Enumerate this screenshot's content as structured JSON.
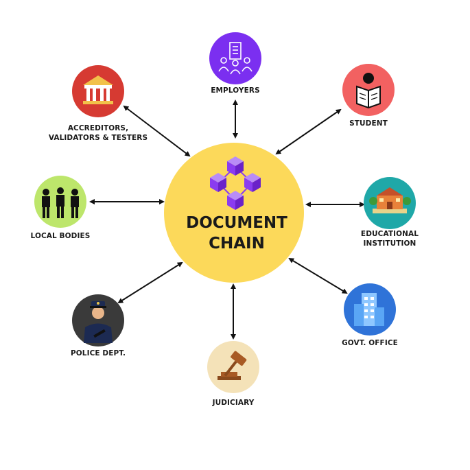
{
  "center": {
    "line1": "DOCUMENT",
    "line2": "CHAIN",
    "color": "#fcd95a"
  },
  "nodes": {
    "employers": {
      "label": "EMPLOYERS",
      "color": "#7b2ff0",
      "icon": "people-building-icon"
    },
    "student": {
      "label": "STUDENT",
      "color": "#f26161",
      "icon": "reading-student-icon"
    },
    "educational": {
      "label1": "EDUCATIONAL",
      "label2": "INSTITUTION",
      "color": "#1fa8a8",
      "icon": "school-building-icon"
    },
    "govt": {
      "label": "GOVT. OFFICE",
      "color": "#2f73d8",
      "icon": "office-tower-icon"
    },
    "judiciary": {
      "label": "JUDICIARY",
      "color": "#f4e2b8",
      "icon": "gavel-icon"
    },
    "police": {
      "label": "POLICE DEPT.",
      "color": "#3a3a3a",
      "icon": "police-officer-icon"
    },
    "local": {
      "label": "LOCAL BODIES",
      "color": "#bde66b",
      "icon": "group-people-icon"
    },
    "accreditors": {
      "label1": "ACCREDITORS,",
      "label2": "VALIDATORS & TESTERS",
      "color": "#d63a32",
      "icon": "institution-building-icon"
    }
  },
  "cube_color": "#8a3cf0"
}
